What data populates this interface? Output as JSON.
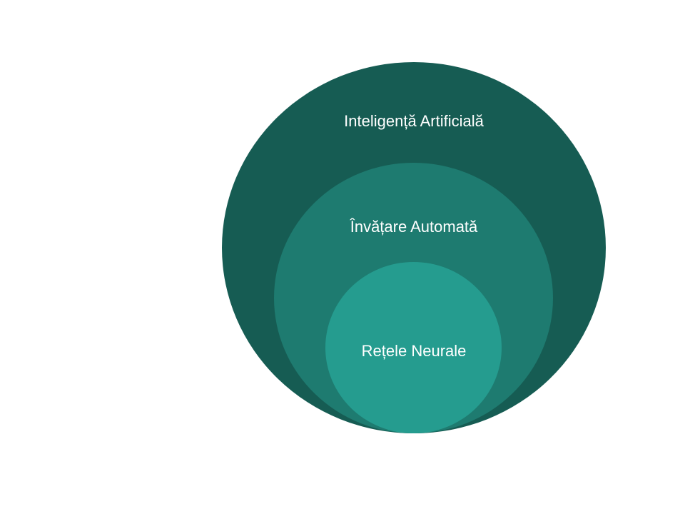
{
  "diagram": {
    "type": "nested-circles",
    "levels": [
      {
        "label": "Inteligență Artificială",
        "color": "#165c53"
      },
      {
        "label": "Învățare Automată",
        "color": "#1e7b70"
      },
      {
        "label": "Rețele Neurale",
        "color": "#259c8f"
      }
    ]
  }
}
